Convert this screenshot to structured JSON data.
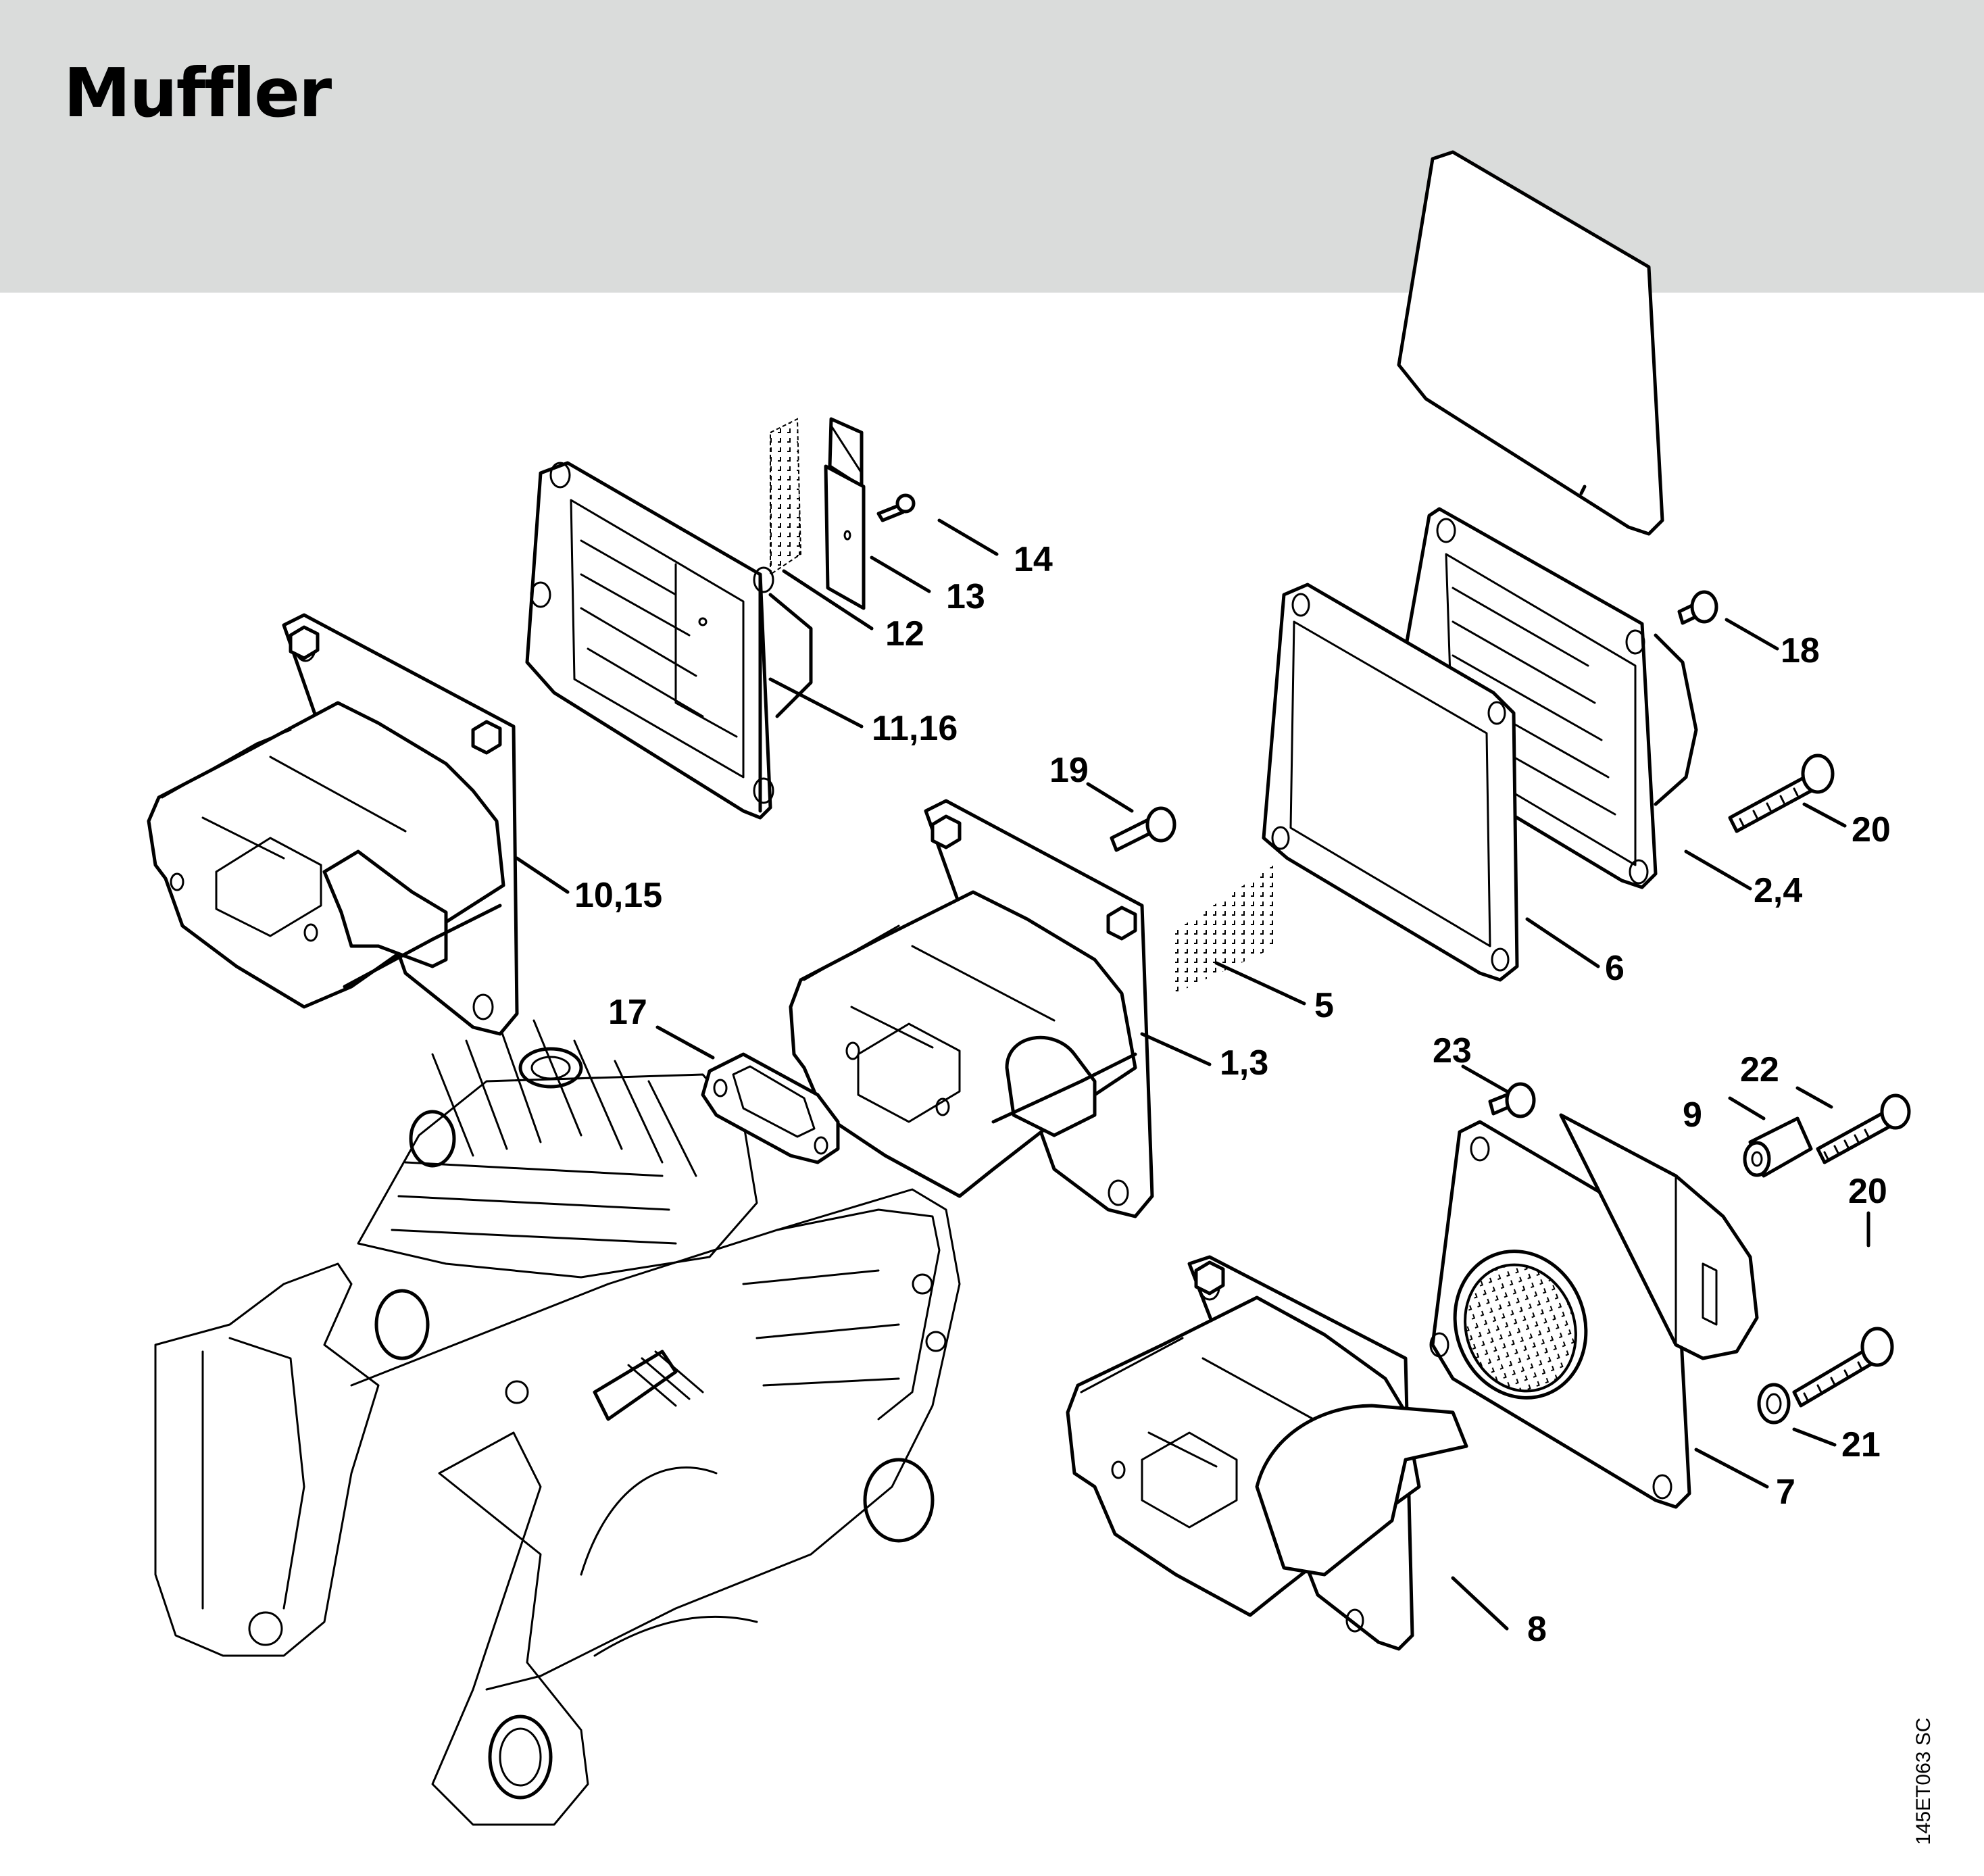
{
  "header": {
    "title": "Muffler",
    "band_color": "#dadcdb"
  },
  "figure_code": "145ET063 SC",
  "callouts": {
    "c14": "14",
    "c13": "13",
    "c12": "12",
    "c11_16": "11,16",
    "c18": "18",
    "c20_top": "20",
    "c2_4": "2,4",
    "c6": "6",
    "c19": "19",
    "c5": "5",
    "c1_3": "1,3",
    "c10_15": "10,15",
    "c17": "17",
    "c23": "23",
    "c22": "22",
    "c9": "9",
    "c20_bottom": "20",
    "c21": "21",
    "c7": "7",
    "c8": "8"
  },
  "parts": [
    {
      "ref": "1,3",
      "icon": "muffler-assembly-icon"
    },
    {
      "ref": "2,4",
      "icon": "muffler-cover-icon"
    },
    {
      "ref": "5",
      "icon": "screen-icon"
    },
    {
      "ref": "6",
      "icon": "gasket-icon"
    },
    {
      "ref": "7",
      "icon": "catalytic-cover-icon"
    },
    {
      "ref": "8",
      "icon": "muffler-housing-icon"
    },
    {
      "ref": "9",
      "icon": "sleeve-icon"
    },
    {
      "ref": "10,15",
      "icon": "muffler-assembly-icon"
    },
    {
      "ref": "11,16",
      "icon": "muffler-cover-icon"
    },
    {
      "ref": "12",
      "icon": "screen-icon"
    },
    {
      "ref": "13",
      "icon": "baffle-icon"
    },
    {
      "ref": "14",
      "icon": "self-tapping-screw-icon"
    },
    {
      "ref": "17",
      "icon": "gasket-icon"
    },
    {
      "ref": "18",
      "icon": "screw-icon"
    },
    {
      "ref": "19",
      "icon": "screw-icon"
    },
    {
      "ref": "20",
      "icon": "cap-screw-icon"
    },
    {
      "ref": "21",
      "icon": "washer-icon"
    },
    {
      "ref": "22",
      "icon": "cap-screw-icon"
    },
    {
      "ref": "23",
      "icon": "screw-icon"
    }
  ]
}
